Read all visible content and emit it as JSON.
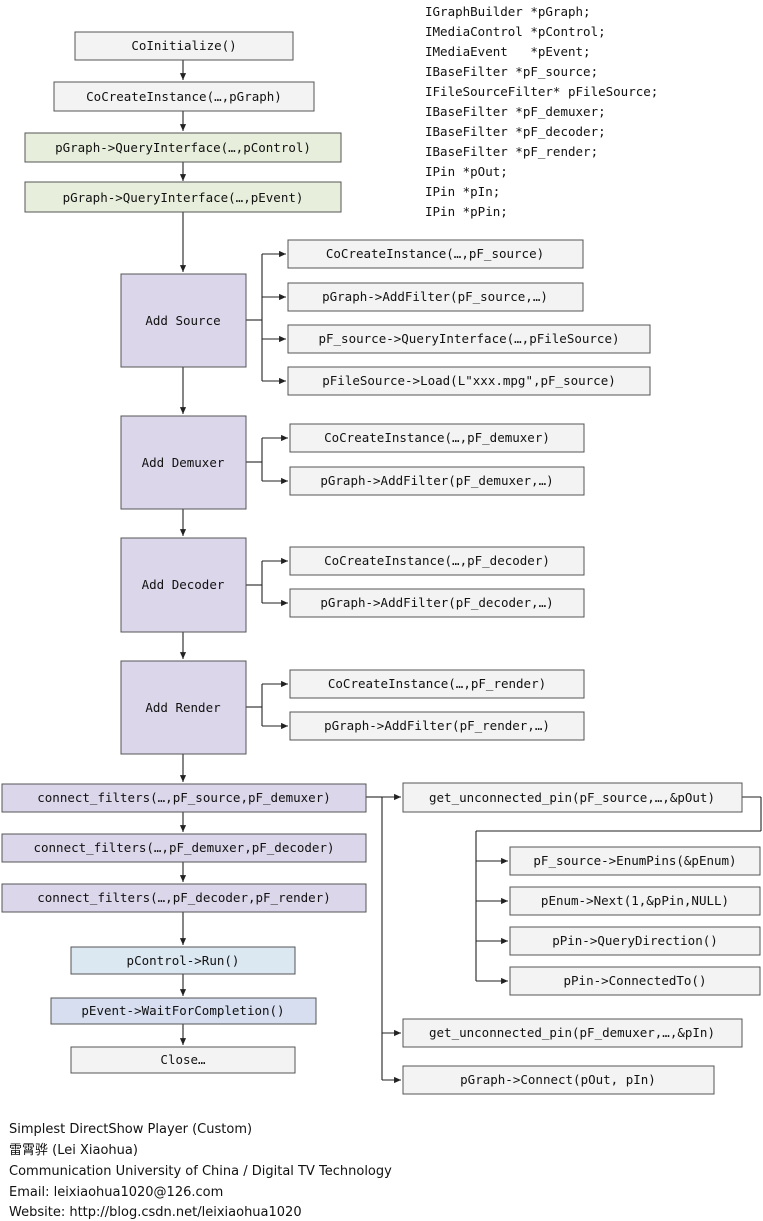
{
  "colors": {
    "plain": "#f3f3f3",
    "green": "#e7eedb",
    "purple": "#dcd6ea",
    "blue": "#dbe7f1",
    "blue2": "#d6def0",
    "line": "#222222"
  },
  "declarations": [
    "IGraphBuilder *pGraph;",
    "IMediaControl *pControl;",
    "IMediaEvent   *pEvent;",
    "IBaseFilter *pF_source;",
    "IFileSourceFilter* pFileSource;",
    "IBaseFilter *pF_demuxer;",
    "IBaseFilter *pF_decoder;",
    "IBaseFilter *pF_render;",
    "IPin *pOut;",
    "IPin *pIn;",
    "IPin *pPin;"
  ],
  "main_flow": {
    "co_initialize": "CoInitialize()",
    "co_create_graph": "CoCreateInstance(…,pGraph)",
    "query_control": "pGraph->QueryInterface(…,pControl)",
    "query_event": "pGraph->QueryInterface(…,pEvent)",
    "add_source": "Add Source",
    "add_demuxer": "Add Demuxer",
    "add_decoder": "Add Decoder",
    "add_render": "Add Render",
    "connect_1": "connect_filters(…,pF_source,pF_demuxer)",
    "connect_2": "connect_filters(…,pF_demuxer,pF_decoder)",
    "connect_3": "connect_filters(…,pF_decoder,pF_render)",
    "run": "pControl->Run()",
    "wait": "pEvent->WaitForCompletion()",
    "close": "Close…"
  },
  "source_steps": [
    "CoCreateInstance(…,pF_source)",
    "pGraph->AddFilter(pF_source,…)",
    "pF_source->QueryInterface(…,pFileSource)",
    "pFileSource->Load(L\"xxx.mpg\",pF_source)"
  ],
  "demuxer_steps": [
    "CoCreateInstance(…,pF_demuxer)",
    "pGraph->AddFilter(pF_demuxer,…)"
  ],
  "decoder_steps": [
    "CoCreateInstance(…,pF_decoder)",
    "pGraph->AddFilter(pF_decoder,…)"
  ],
  "render_steps": [
    "CoCreateInstance(…,pF_render)",
    "pGraph->AddFilter(pF_render,…)"
  ],
  "connect_steps": {
    "get_out_pin": "get_unconnected_pin(pF_source,…,&pOut)",
    "get_in_pin": "get_unconnected_pin(pF_demuxer,…,&pIn)",
    "connect_pins": "pGraph->Connect(pOut, pIn)"
  },
  "pin_steps": [
    "pF_source->EnumPins(&pEnum)",
    "pEnum->Next(1,&pPin,NULL)",
    "pPin->QueryDirection()",
    "pPin->ConnectedTo()"
  ],
  "footer": {
    "title": "Simplest DirectShow Player (Custom)",
    "author": "雷霄骅 (Lei Xiaohua)",
    "affiliation": "Communication University of China / Digital TV Technology",
    "email": "Email:  leixiaohua1020@126.com",
    "website": "Website:  http://blog.csdn.net/leixiaohua1020"
  }
}
